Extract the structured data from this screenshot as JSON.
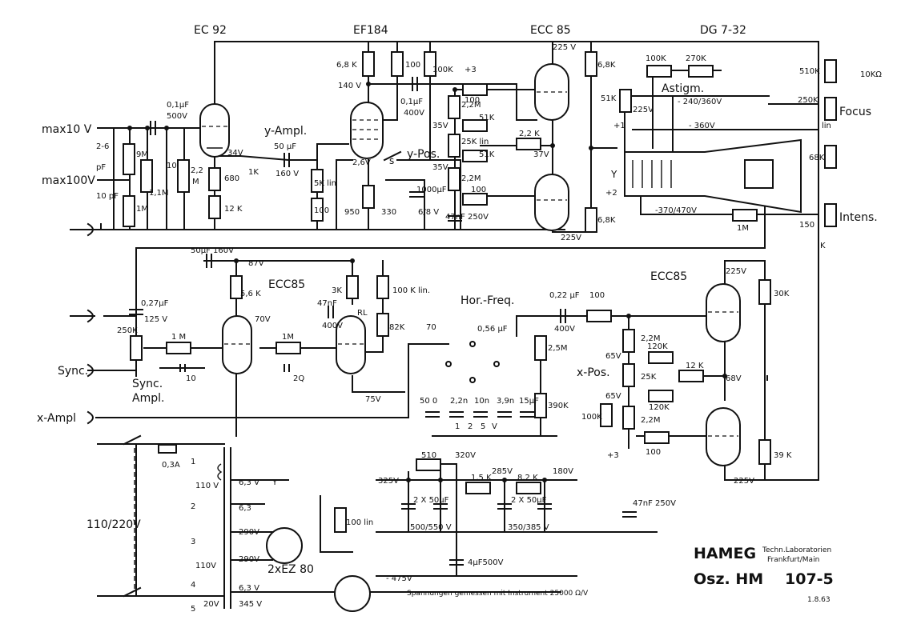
{
  "tubes": {
    "v1": "EC 92",
    "v2": "EF184",
    "v3": "ECC 85",
    "crt": "DG  7-32",
    "v4": "ECC85",
    "v5": "ECC85",
    "rect": "2xEZ 80"
  },
  "inputs": {
    "max10": "max10 V",
    "max100": "max100V",
    "sync": "Sync.",
    "xampl": "x-Ampl",
    "mains": "110/220V"
  },
  "function_labels": {
    "yampl": "y-Ampl.",
    "ypos": "y-Pos.",
    "astigm": "Astigm.",
    "focus": "Focus",
    "intens": "Intens.",
    "sync_ampl_1": "Sync.",
    "sync_ampl_2": "Ampl.",
    "hor_freq": "Hor.-Freq.",
    "xpos": "x-Pos.",
    "switch_s": "s",
    "y_plate": "Y",
    "lin": "lin"
  },
  "components": {
    "c_01uF_500": "0,1µF",
    "v_500": "500V",
    "c_26pF": "2-6",
    "pf": "pF",
    "r_9M": "9M",
    "r_11M": "1,1M",
    "c_10": "10",
    "r_22M": "2,2",
    "m": "M",
    "c_10pF": "10 pF",
    "r_1M": "1M",
    "r_680": "680",
    "r_12K": "12 K",
    "v_34": "34V",
    "r_1K": "1K",
    "c_50uF": "50 µF",
    "v_160": "160 V",
    "r_5Klin": "5K lin",
    "r_100a": "100",
    "r_68K": "6,8 K",
    "v_140": "140 V",
    "r_100b": "100",
    "r_100K": "100K",
    "n_3": "+3",
    "c_01uF_400": "0,1µF",
    "v_400": "400V",
    "v_26": "2,6V",
    "r_950": "950",
    "r_330": "330",
    "c_1000uF": "1000µF",
    "v_68": "6/8 V",
    "c_47nF": "47nF 250V",
    "r_22M_b": "2,2M",
    "r_100c": "100",
    "v_35a": "35V",
    "r_51K_a": "51K",
    "r_25Klin": "25K lin",
    "r_22K": "2,2 K",
    "v_35b": "35V",
    "r_51K_b": "51K",
    "v_37": "37V",
    "r_22M_c": "2,2M",
    "r_100d": "100",
    "v_225a": "225 V",
    "r_68K_b": "6,8K",
    "r_51K_c": "51K",
    "v_225b": "225V",
    "n_1": "+1",
    "n_2": "+2",
    "r_68K_c": "6,8K",
    "v_225c": "225V",
    "r_100K_astig": "100K",
    "r_270K": "270K",
    "v_240_360": "- 240/360V",
    "v_360": "- 360V",
    "v_370_470": "-370/470V",
    "r_1M_crt": "1M",
    "r_510K": "510K",
    "r_10K": "10KΩ",
    "r_250K": "250K",
    "r_68K_d": "68K",
    "r_150K": "150",
    "k": "K",
    "c_50uF_160": "50µF 160V",
    "v_87": "87V",
    "r_56K": "5,6 K",
    "c_027uF": "0,27µF",
    "v_125": "125 V",
    "r_250Klin": "250K",
    "r_1M_s1": "1 M",
    "c_10_s": "10",
    "v_70": "70V",
    "r_1M_s2": "1M",
    "r_2Q": "2Q",
    "r_3K": "3K",
    "c_47nF_400": "47nF",
    "v_400b": "400V",
    "rl": "RL",
    "r_100Klin": "100 K lin.",
    "r_82K": "82K",
    "v_75": "75V",
    "c_70": "70",
    "c_056uF": "0,56 µF",
    "c_022uF": "0,22 µF",
    "r_100e": "100",
    "v_400c": "400V",
    "r_25M": "2,5M",
    "r_390K": "390K",
    "caps": [
      "50 0",
      "2,2n",
      "10n",
      "3,9n",
      "15µF"
    ],
    "steps": [
      "1",
      "2",
      "5",
      "V"
    ],
    "v_65a": "65V",
    "r_22M_x": "2,2M",
    "r_120K_a": "120K",
    "r_25Klin_x": "25K",
    "r_12K_x": "12 K",
    "v_68b": "68V",
    "r_30K": "30K",
    "v_225d": "225V",
    "v_65b": "65V",
    "r_100K_x": "100K",
    "r_120K_b": "120K",
    "r_22M_y": "2,2M",
    "r_100f": "100",
    "n_3b": "+3",
    "r_39K": "39 K",
    "v_225e": "225V",
    "fuse": "0,3A",
    "tap1": "1",
    "tap2": "2",
    "tap3": "3",
    "tap4": "4",
    "tap5": "5",
    "w_110a": "110 V",
    "w_110b": "110V",
    "w_20": "20V",
    "w_63a": "6,3 V",
    "w_y": "Y",
    "w_63b": "6,3",
    "w_290a": "290V",
    "w_290b": "290V",
    "w_63c": "6,3 V",
    "w_345": "345 V",
    "r_510": "510",
    "v_320": "320V",
    "v_325": "325V",
    "r_15K": "1,5 K",
    "v_285": "285V",
    "r_82K_p": "8,2 K",
    "v_180": "180V",
    "c_2x50_a": "2 X 50µF",
    "c_2x50_b": "2 X 50µF",
    "v_500_550": "500/550 V",
    "v_350_385": "350/385 V",
    "r_100lin": "100 lin",
    "c_4uF": "4µF500V",
    "v_475": "- 475V",
    "c_47nF_250": "47nF 250V"
  },
  "footer": {
    "brand": "HAMEG",
    "company_1": "Techn.Laboratorien",
    "company_2": "Frankfurt/Main",
    "model": "Osz. HM",
    "number": "107-5",
    "note": "Spannungen gemessen mit Instrument 25000 Ω/V",
    "date": "1.8.63"
  }
}
